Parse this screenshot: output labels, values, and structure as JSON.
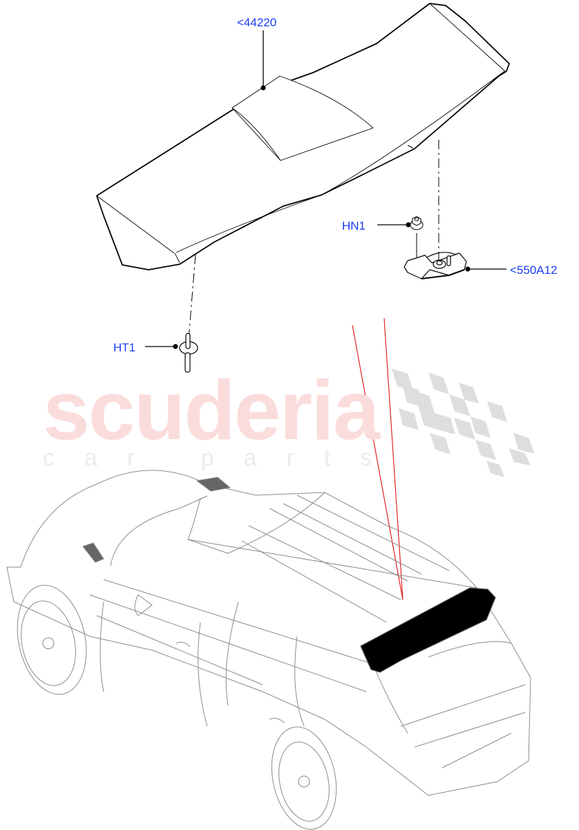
{
  "diagram": {
    "type": "exploded-parts-view",
    "subject": "rear roof spoiler",
    "colors": {
      "callout_text": "#1a3cf0",
      "line_art": "#000000",
      "vehicle_outline": "#8a8a8a",
      "locator_lines": "#e01010",
      "highlight_part": "#000000",
      "watermark_main": "#fbdcdc",
      "watermark_sub": "#ececec",
      "watermark_flag": "#dcdcdc"
    },
    "callouts": [
      {
        "id": "spoiler",
        "label": "<44220"
      },
      {
        "id": "nut",
        "label": "HN1"
      },
      {
        "id": "bracket",
        "label": "<550A12"
      },
      {
        "id": "rivet",
        "label": "HT1"
      }
    ]
  },
  "watermark": {
    "main": "scuderia",
    "sub": "car parts"
  }
}
